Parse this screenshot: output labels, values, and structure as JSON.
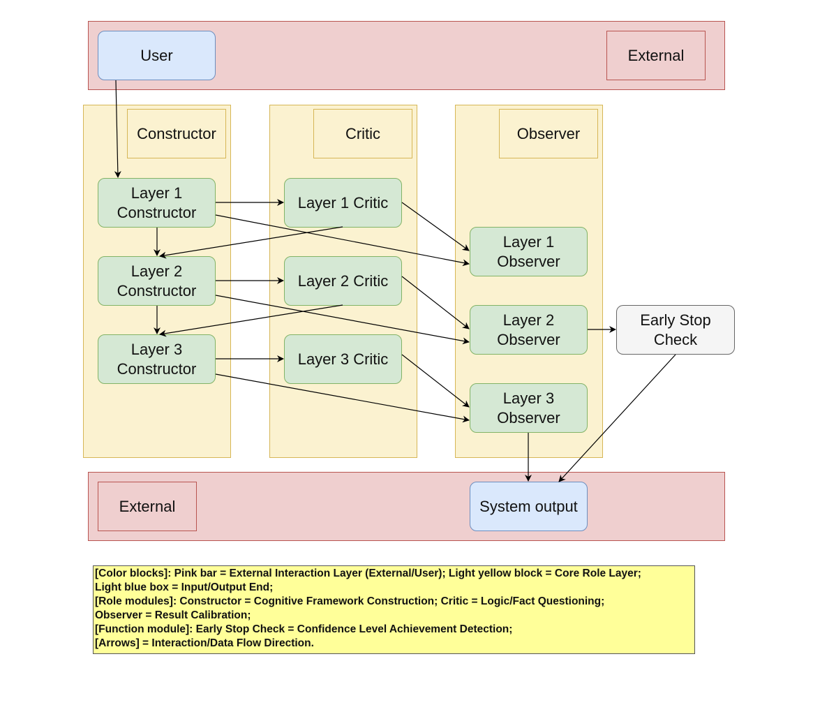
{
  "top_band": {
    "user_label": "User",
    "external_label": "External"
  },
  "columns": {
    "constructor_header": "Constructor",
    "critic_header": "Critic",
    "observer_header": "Observer"
  },
  "constructor_nodes": [
    {
      "line1": "Layer 1",
      "line2": "Constructor"
    },
    {
      "line1": "Layer 2",
      "line2": "Constructor"
    },
    {
      "line1": "Layer 3",
      "line2": "Constructor"
    }
  ],
  "critic_nodes": [
    {
      "label": "Layer 1 Critic"
    },
    {
      "label": "Layer 2 Critic"
    },
    {
      "label": "Layer 3 Critic"
    }
  ],
  "observer_nodes": [
    {
      "line1": "Layer 1",
      "line2": "Observer"
    },
    {
      "line1": "Layer 2",
      "line2": "Observer"
    },
    {
      "line1": "Layer 3",
      "line2": "Observer"
    }
  ],
  "early_stop": {
    "line1": "Early Stop",
    "line2": "Check"
  },
  "bottom_band": {
    "external_label": "External",
    "output_label": "System output"
  },
  "legend": {
    "lines": [
      "[Color blocks]: Pink bar = External Interaction Layer (External/User); Light yellow block = Core Role Layer;",
      "Light blue box = Input/Output End;",
      "[Role modules]: Constructor = Cognitive Framework Construction; Critic = Logic/Fact Questioning;",
      "Observer = Result Calibration;",
      "[Function module]: Early Stop Check = Confidence Level Achievement Detection;",
      "[Arrows] = Interaction/Data Flow Direction."
    ]
  },
  "colors": {
    "external_band": "#efcfcf",
    "role_column": "#fbf2d0",
    "io_box": "#dae8fc",
    "layer_node": "#d5e8d4",
    "early_stop": "#f5f5f5",
    "legend_bg": "#ffff99"
  }
}
